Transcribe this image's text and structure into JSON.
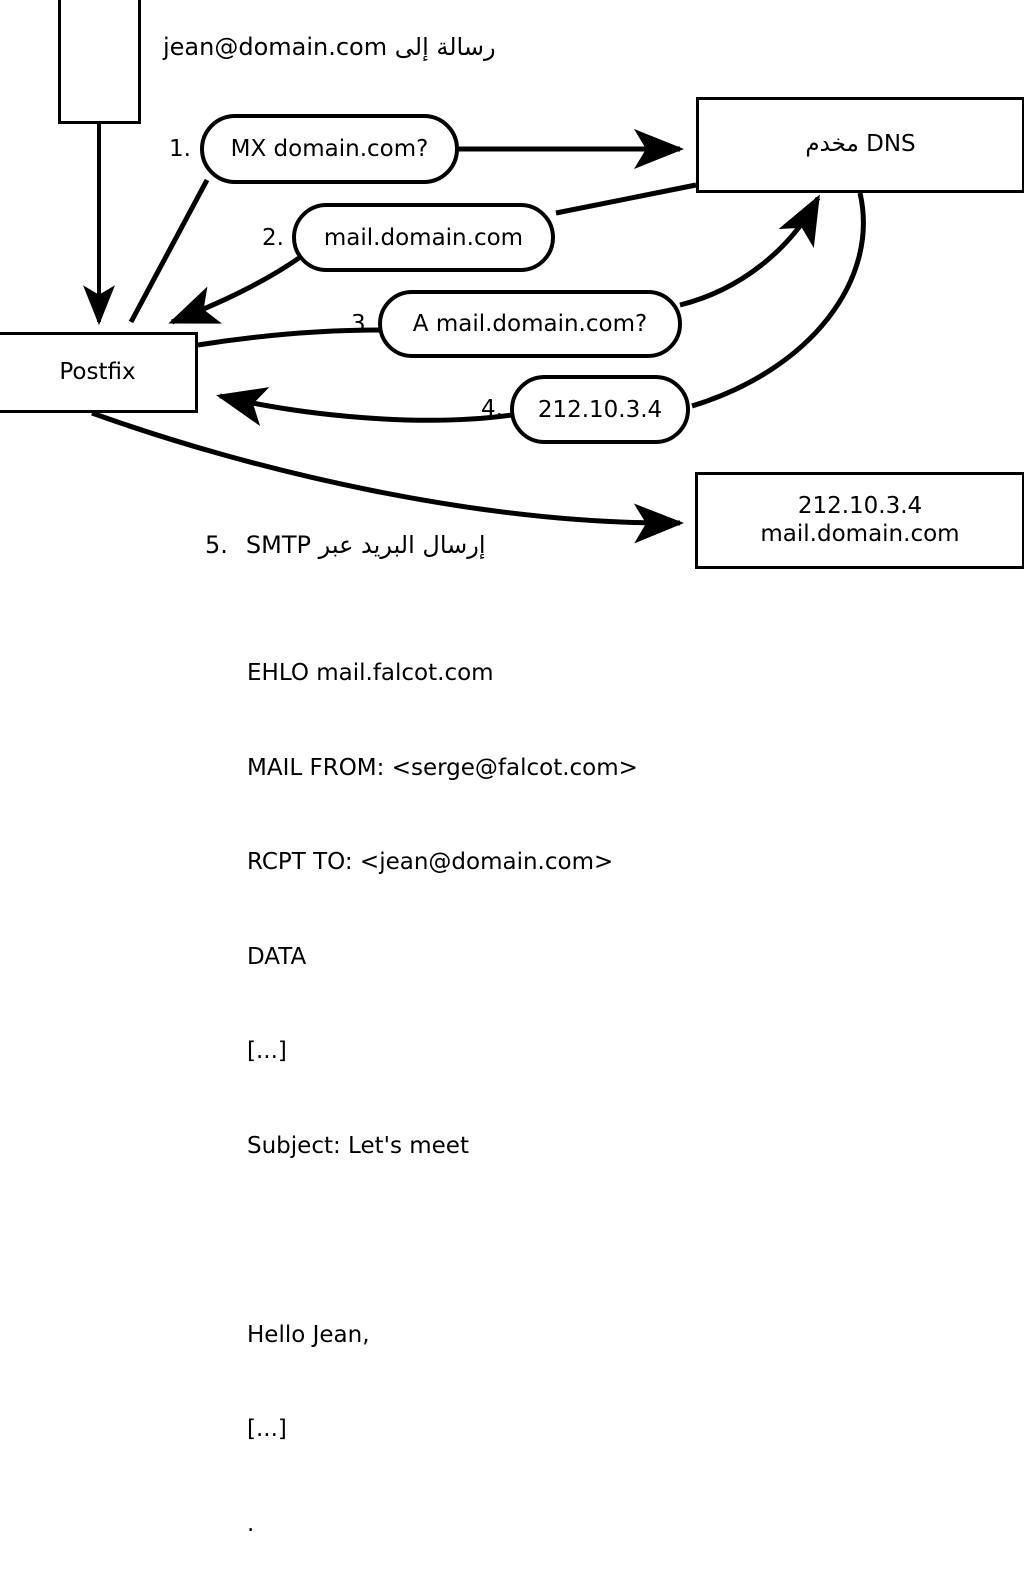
{
  "diagram": {
    "header_label": "رسالة إلى jean@domain.com",
    "nodes": {
      "client": {
        "label": ""
      },
      "postfix": {
        "label": "Postfix"
      },
      "dns": {
        "label": "مخدم DNS"
      },
      "mailserver": {
        "line1": "212.10.3.4",
        "line2": "mail.domain.com"
      }
    },
    "steps": [
      {
        "number": "1.",
        "label": "MX domain.com?"
      },
      {
        "number": "2.",
        "label": "mail.domain.com"
      },
      {
        "number": "3.",
        "label": "A mail.domain.com?"
      },
      {
        "number": "4.",
        "label": "212.10.3.4"
      }
    ],
    "step5": {
      "number": "5.",
      "label": "إرسال البريد عبر SMTP"
    },
    "smtp_transcript": [
      "EHLO mail.falcot.com",
      "MAIL FROM: <serge@falcot.com>",
      "RCPT TO: <jean@domain.com>",
      "DATA",
      "[...]",
      "Subject: Let's meet",
      "",
      "Hello Jean,",
      "[...]",
      "."
    ],
    "colors": {
      "stroke": "#000000",
      "background": "#ffffff"
    }
  }
}
